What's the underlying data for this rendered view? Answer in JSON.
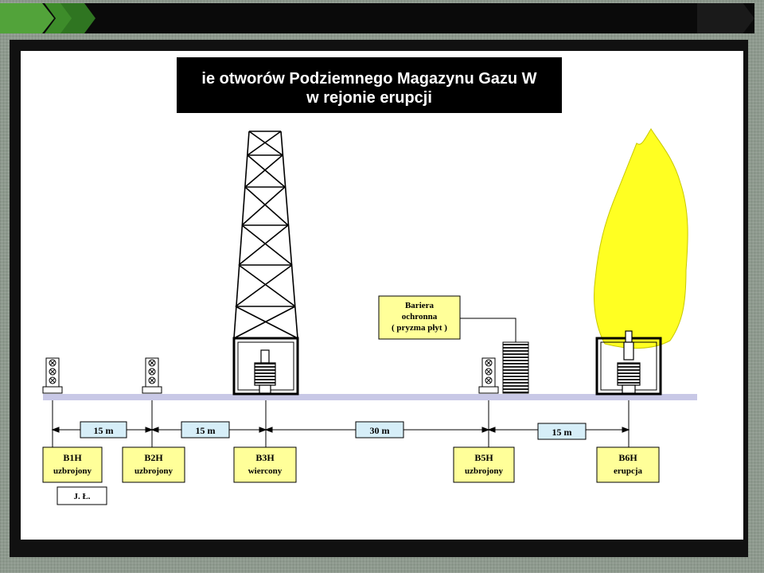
{
  "title": {
    "line1": "ie otworów Podziemnego Magazynu Gazu W",
    "line2": "w rejonie erupcji"
  },
  "barrier": {
    "line1": "Bariera",
    "line2": "ochronna",
    "line3": "( pryzma płyt )"
  },
  "distances": [
    "15 m",
    "15 m",
    "30 m",
    "15 m"
  ],
  "wells": [
    {
      "name": "B1H",
      "status": "uzbrojony"
    },
    {
      "name": "B2H",
      "status": "uzbrojony"
    },
    {
      "name": "B3H",
      "status": "wiercony"
    },
    {
      "name": "B5H",
      "status": "uzbrojony"
    },
    {
      "name": "B6H",
      "status": "erupcja"
    }
  ],
  "author": "J. Ł.",
  "colors": {
    "label_fill": "#ffff99",
    "dist_fill": "#d6eef8",
    "ground": "#c8c8e6",
    "flame": "#ffff22",
    "accent_green": "#3d8c2a"
  }
}
